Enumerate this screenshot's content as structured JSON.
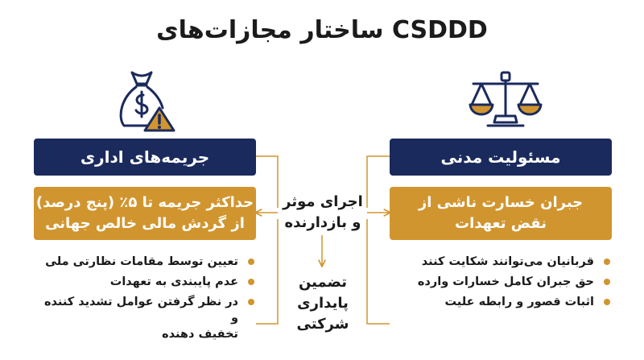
{
  "title": "ساختار مجازات‌های CSDDD",
  "colors": {
    "navy": "#1b2a5c",
    "gold": "#d1952f",
    "icon_stroke": "#1b2a5c",
    "icon_fill": "#d1952f"
  },
  "left_column": {
    "icon": "money-bag-warning-icon",
    "header": "جریمه‌های اداری",
    "highlight": "حداکثر جریمه تا ۵٪ (پنج درصد)\nاز گردش مالی خالص جهانی",
    "bullets": [
      "تعیین توسط مقامات نظارتی ملی",
      "عدم پایبندی به تعهدات",
      "در نظر گرفتن عوامل تشدید کننده و\nتخفیف دهنده"
    ]
  },
  "right_column": {
    "icon": "balance-scale-icon",
    "header": "مسئولیت مدنی",
    "highlight": "جبران خسارت ناشی از\nنقض تعهدات",
    "bullets": [
      "قربانیان می‌توانند شکایت کنند",
      "حق جبران کامل خسارات وارده",
      "اثبات قصور و رابطه علیت"
    ]
  },
  "center": {
    "top_text": "اجرای موثر\nو بازدارنده",
    "bottom_text": "تضمین\nپایداری\nشرکتی"
  }
}
